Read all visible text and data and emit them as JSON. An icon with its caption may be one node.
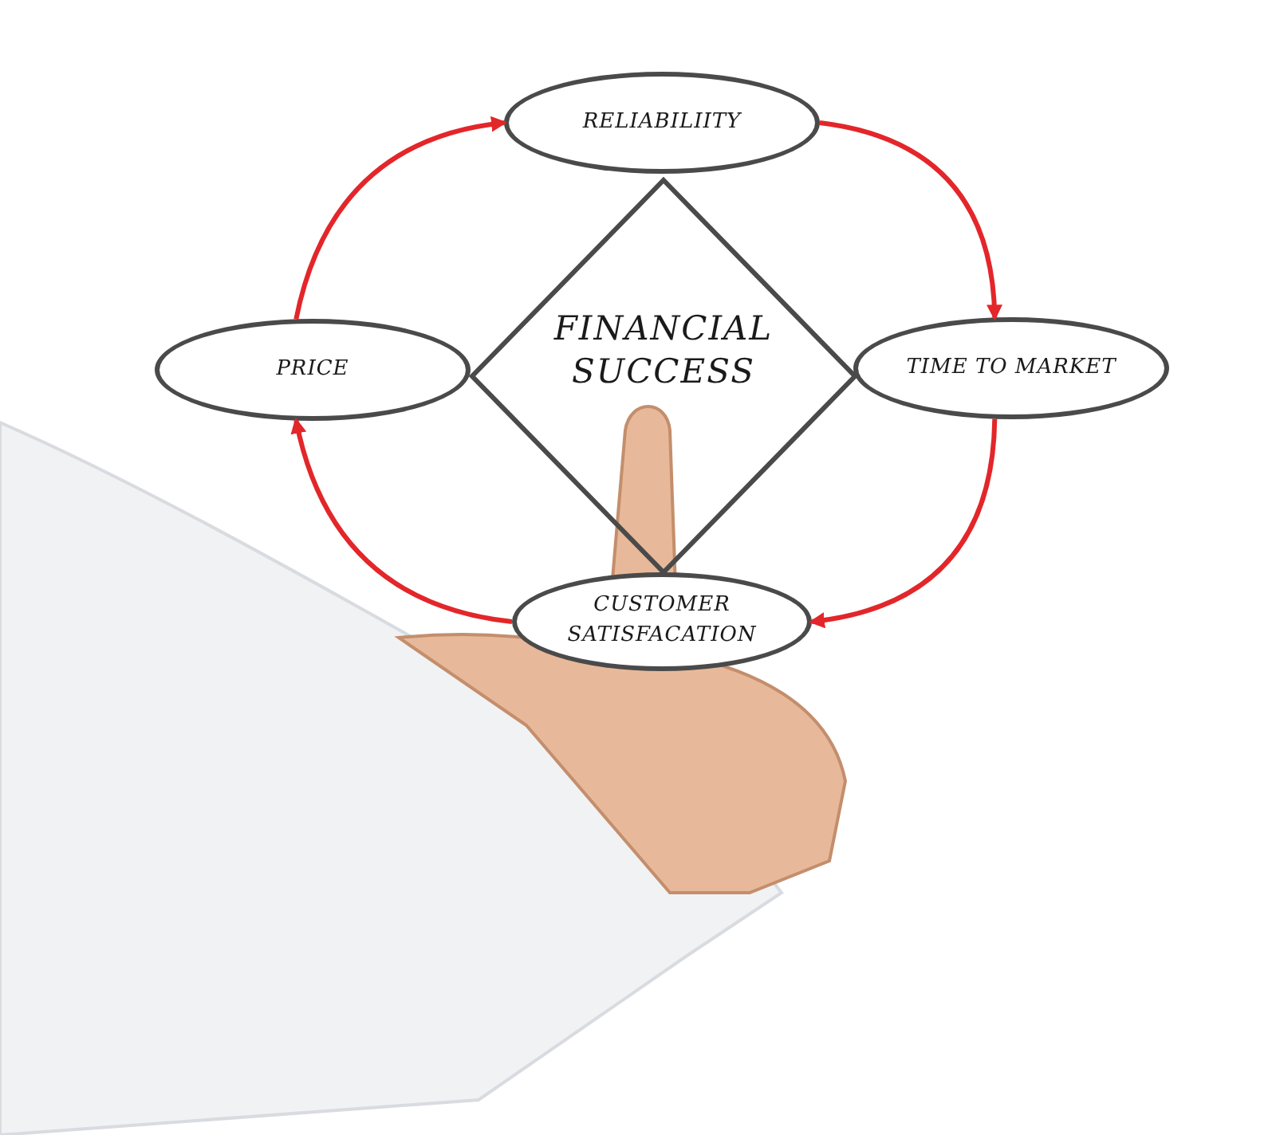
{
  "diagram": {
    "nodes": [
      {
        "text": [
          "RELIABILIITY"
        ]
      },
      {
        "text": [
          "PRICE"
        ]
      },
      {
        "text": [
          "FINANCIAL SUCCESS"
        ]
      },
      {
        "text": [
          "TIME TO MARKET"
        ]
      },
      {
        "text": [
          "CUSTOMER SATISFACATION"
        ]
      }
    ],
    "edges": [
      {
        "from": 1,
        "to": 0,
        "arrow": "to",
        "color": "#e3262a"
      },
      {
        "from": 0,
        "to": 3,
        "arrow": "to",
        "color": "#e3262a"
      },
      {
        "from": 3,
        "to": 4,
        "arrow": "to",
        "color": "#e3262a"
      },
      {
        "from": 4,
        "to": 1,
        "arrow": "to",
        "color": "#e3262a"
      }
    ]
  }
}
